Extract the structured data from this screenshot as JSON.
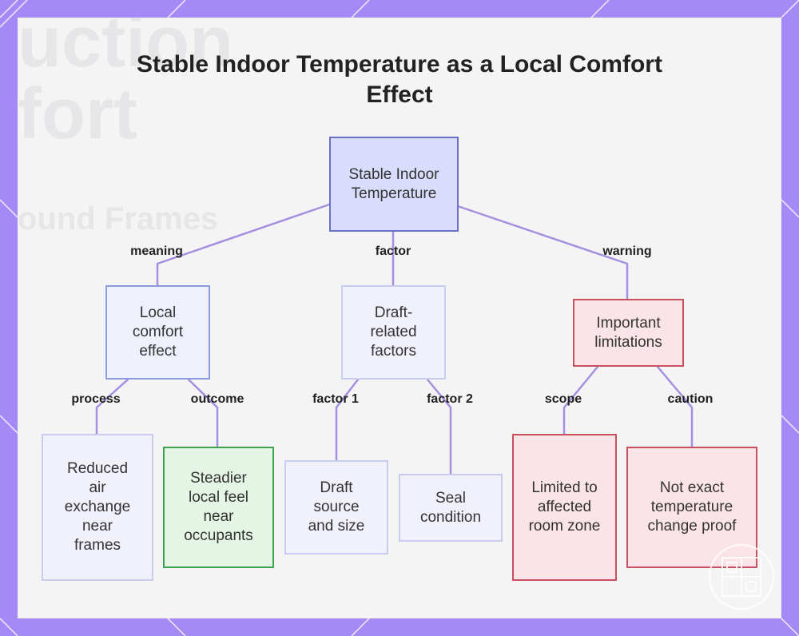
{
  "title": "Stable Indoor Temperature as a Local Comfort Effect",
  "nodes": {
    "root": "Stable Indoor Temperature",
    "local_comfort": "Local comfort effect",
    "draft_factors": "Draft-related factors",
    "limitations": "Important limitations",
    "reduced_air": "Reduced air exchange near frames",
    "steadier": "Steadier local feel near occupants",
    "draft_source": "Draft source and size",
    "seal": "Seal condition",
    "limited_zone": "Limited to affected room zone",
    "not_exact": "Not exact temperature change proof"
  },
  "edges": {
    "meaning": "meaning",
    "factor": "factor",
    "warning": "warning",
    "process": "process",
    "outcome": "outcome",
    "factor1": "factor 1",
    "factor2": "factor 2",
    "scope": "scope",
    "caution": "caution"
  },
  "colors": {
    "frame": "#a38af5",
    "connector": "#a58fe0",
    "root_border": "#6b70c7",
    "green_border": "#3ea34e",
    "red_border": "#c8505f"
  }
}
